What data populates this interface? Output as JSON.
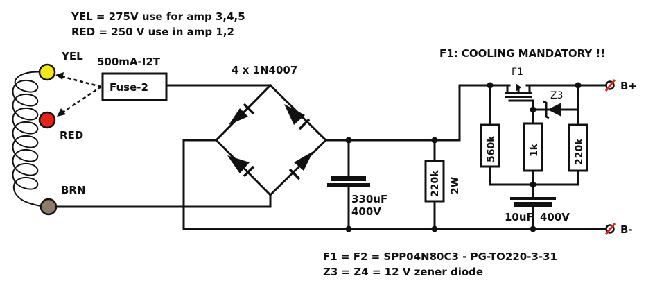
{
  "notes": {
    "yel_line": "YEL = 275V use for amp 3,4,5",
    "red_line": "RED = 250 V use in amp 1,2"
  },
  "transformer": {
    "tap_yel": "YEL",
    "tap_red": "RED",
    "tap_brn": "BRN",
    "colors": {
      "yel": "#f2e61a",
      "red": "#e2231a",
      "brn": "#8c7b6b"
    }
  },
  "fuse": {
    "rating": "500mA-I2T",
    "label": "Fuse-2"
  },
  "bridge": {
    "label": "4 x 1N4007"
  },
  "filter_cap": {
    "value": "330uF",
    "voltage": "400V"
  },
  "bleeder": {
    "value": "220k",
    "power": "2W"
  },
  "regulator": {
    "warning": "F1: COOLING MANDATORY !!",
    "mosfet": "F1",
    "zener": "Z3",
    "r1": "560k",
    "r2": "1k",
    "r3": "220k",
    "cap_value": "10uF",
    "cap_voltage": "400V"
  },
  "terminals": {
    "plus": "B+",
    "minus": "B-"
  },
  "parts": {
    "line1": "F1 = F2 = SPP04N80C3 - PG-TO220-3-31",
    "line2": "Z3 = Z4 = 12 V zener diode"
  }
}
